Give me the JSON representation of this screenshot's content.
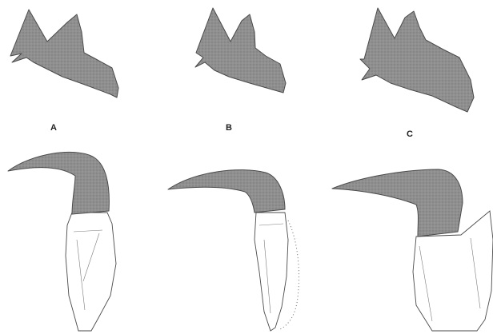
{
  "figure": {
    "panels": [
      {
        "label": "A"
      },
      {
        "label": "B"
      },
      {
        "label": "C"
      }
    ],
    "colors": {
      "stippled_fill": "#8f8f8f",
      "outline": "#4a4a4a",
      "background": "#ffffff"
    }
  }
}
